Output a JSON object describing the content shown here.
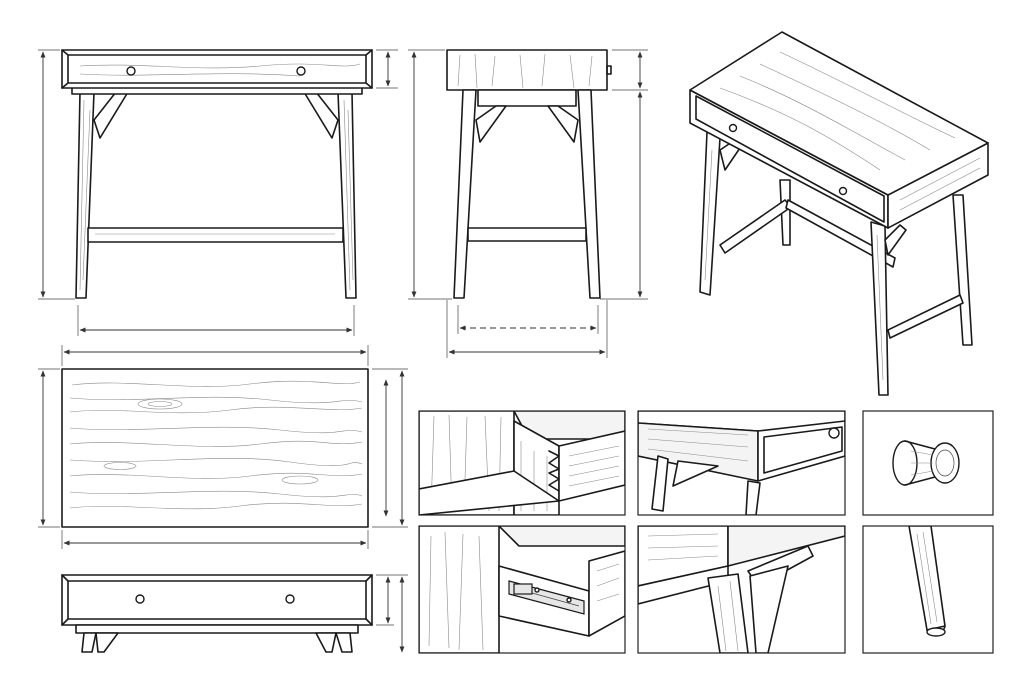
{
  "figure": {
    "views": [
      {
        "id": "front-elevation",
        "icon": "desk-front-view"
      },
      {
        "id": "side-elevation",
        "icon": "desk-side-view"
      },
      {
        "id": "isometric-view",
        "icon": "desk-isometric-view"
      },
      {
        "id": "top-plan",
        "icon": "desk-top-view"
      },
      {
        "id": "drawer-front-elevation",
        "icon": "drawer-front-view"
      }
    ],
    "details": [
      {
        "id": "dovetail-joint",
        "icon": "dovetail-joint-detail"
      },
      {
        "id": "front-corner",
        "icon": "front-corner-knob-detail"
      },
      {
        "id": "knob",
        "icon": "knob-detail"
      },
      {
        "id": "drawer-slide",
        "icon": "drawer-slide-detail"
      },
      {
        "id": "leg-joint",
        "icon": "leg-joint-detail"
      },
      {
        "id": "leg-foot",
        "icon": "tapered-leg-foot-detail"
      }
    ],
    "colors": {
      "line": "#1a1a1a",
      "paper": "#ffffff",
      "grain": "#8a8a8a",
      "dimension": "#333333"
    }
  }
}
